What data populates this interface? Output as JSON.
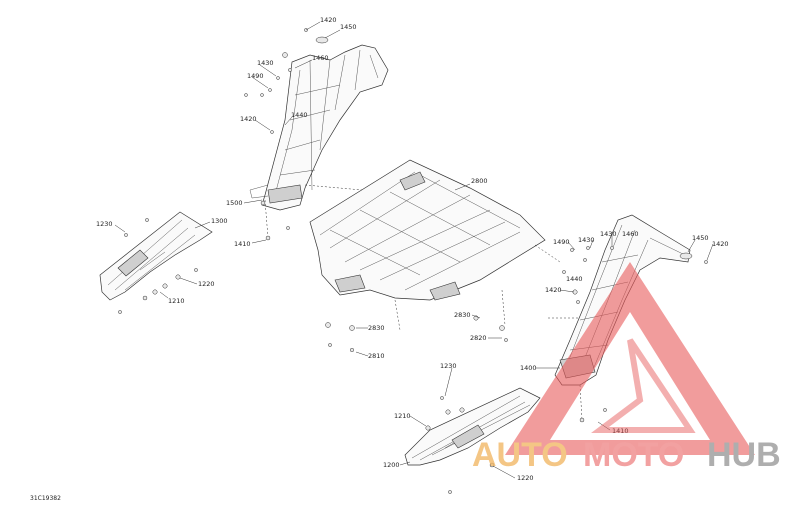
{
  "diagram": {
    "reference_code": "31C19382",
    "callouts": {
      "c1420_top": "1420",
      "c1450_top": "1450",
      "c1460_left": "1460",
      "c1430_left": "1430",
      "c1490_left": "1490",
      "c1420_left": "1420",
      "c1440_left": "1440",
      "c1500": "1500",
      "c1410_left": "1410",
      "c1230_left": "1230",
      "c1300": "1300",
      "c1220_left": "1220",
      "c1210_left": "1210",
      "c2800": "2800",
      "c2830_a": "2830",
      "c2810": "2810",
      "c2830_b": "2830",
      "c2820": "2820",
      "c1490_right": "1490",
      "c1430_right": "1430",
      "c1460_right": "1460",
      "c1450_right": "1450",
      "c1420_right": "1420",
      "c1440_right": "1440",
      "c1420_right2": "1420",
      "c1400": "1400",
      "c1230_right": "1230",
      "c1210_right": "1210",
      "c1200": "1200",
      "c1410_right": "1410",
      "c1220_right": "1220"
    }
  },
  "watermark": {
    "part1": "AUTO",
    "part2": "MOTO",
    "part3": "HUB",
    "triangle_color": "#e85a5a",
    "auto_color": "#f2b867",
    "moto_color": "#ef8a8a",
    "hub_color": "#9b9b9b"
  }
}
